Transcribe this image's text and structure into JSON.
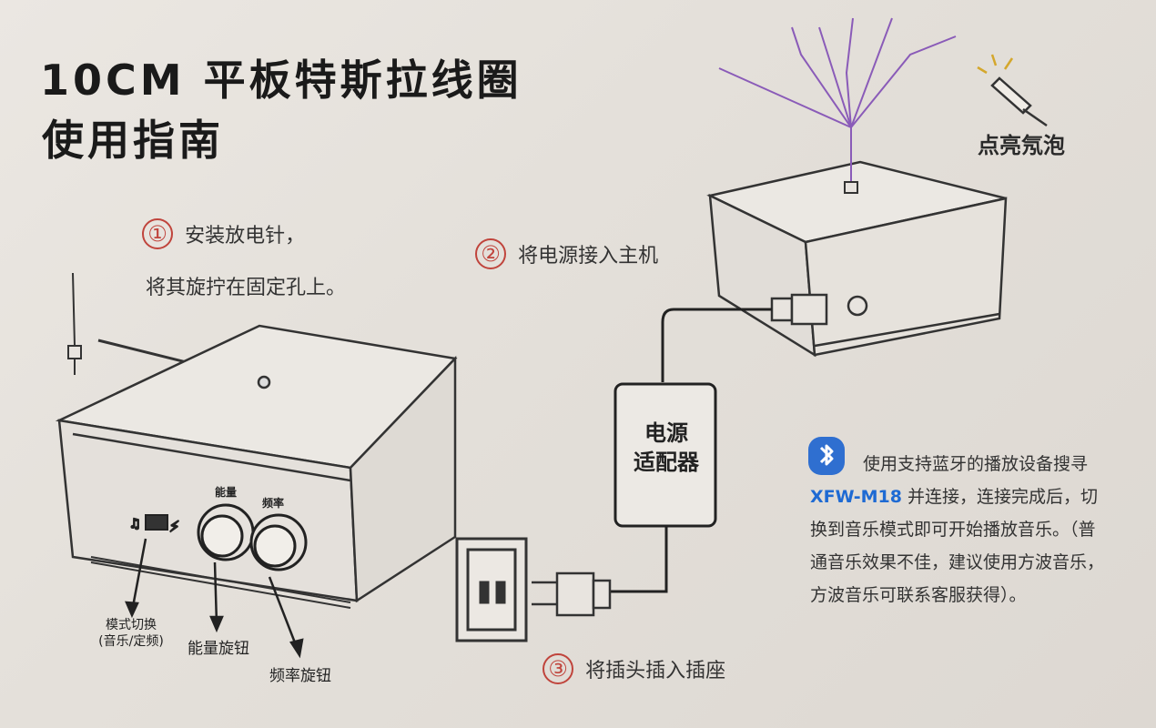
{
  "title": {
    "line1": "10CM 平板特斯拉线圈",
    "line2": "使用指南"
  },
  "steps": [
    {
      "number": "①",
      "line1": "安装放电针，",
      "line2": "将其旋拧在固定孔上。"
    },
    {
      "number": "②",
      "text": "将电源接入主机"
    },
    {
      "number": "③",
      "text": "将插头插入插座"
    }
  ],
  "labels": {
    "mode_switch": "模式切换",
    "mode_switch_sub": "(音乐/定频)",
    "energy_knob": "能量旋钮",
    "freq_knob": "频率旋钮",
    "knob1_top": "能量",
    "knob2_top": "频率",
    "adapter_line1": "电源",
    "adapter_line2": "适配器",
    "neon": "点亮氖泡"
  },
  "bluetooth": {
    "icon": "bluetooth-icon",
    "text_before": "使用支持蓝牙的播放设备搜寻",
    "device_name": "XFW-M18",
    "text_after": "并连接，连接完成后，切换到音乐模式即可开始播放音乐。（普通音乐效果不佳，建议使用方波音乐，方波音乐可联系客服获得）。"
  },
  "colors": {
    "step_red": "#c0443c",
    "bt_blue": "#2f6fd0",
    "spark_purple": "#8a5bb8"
  }
}
